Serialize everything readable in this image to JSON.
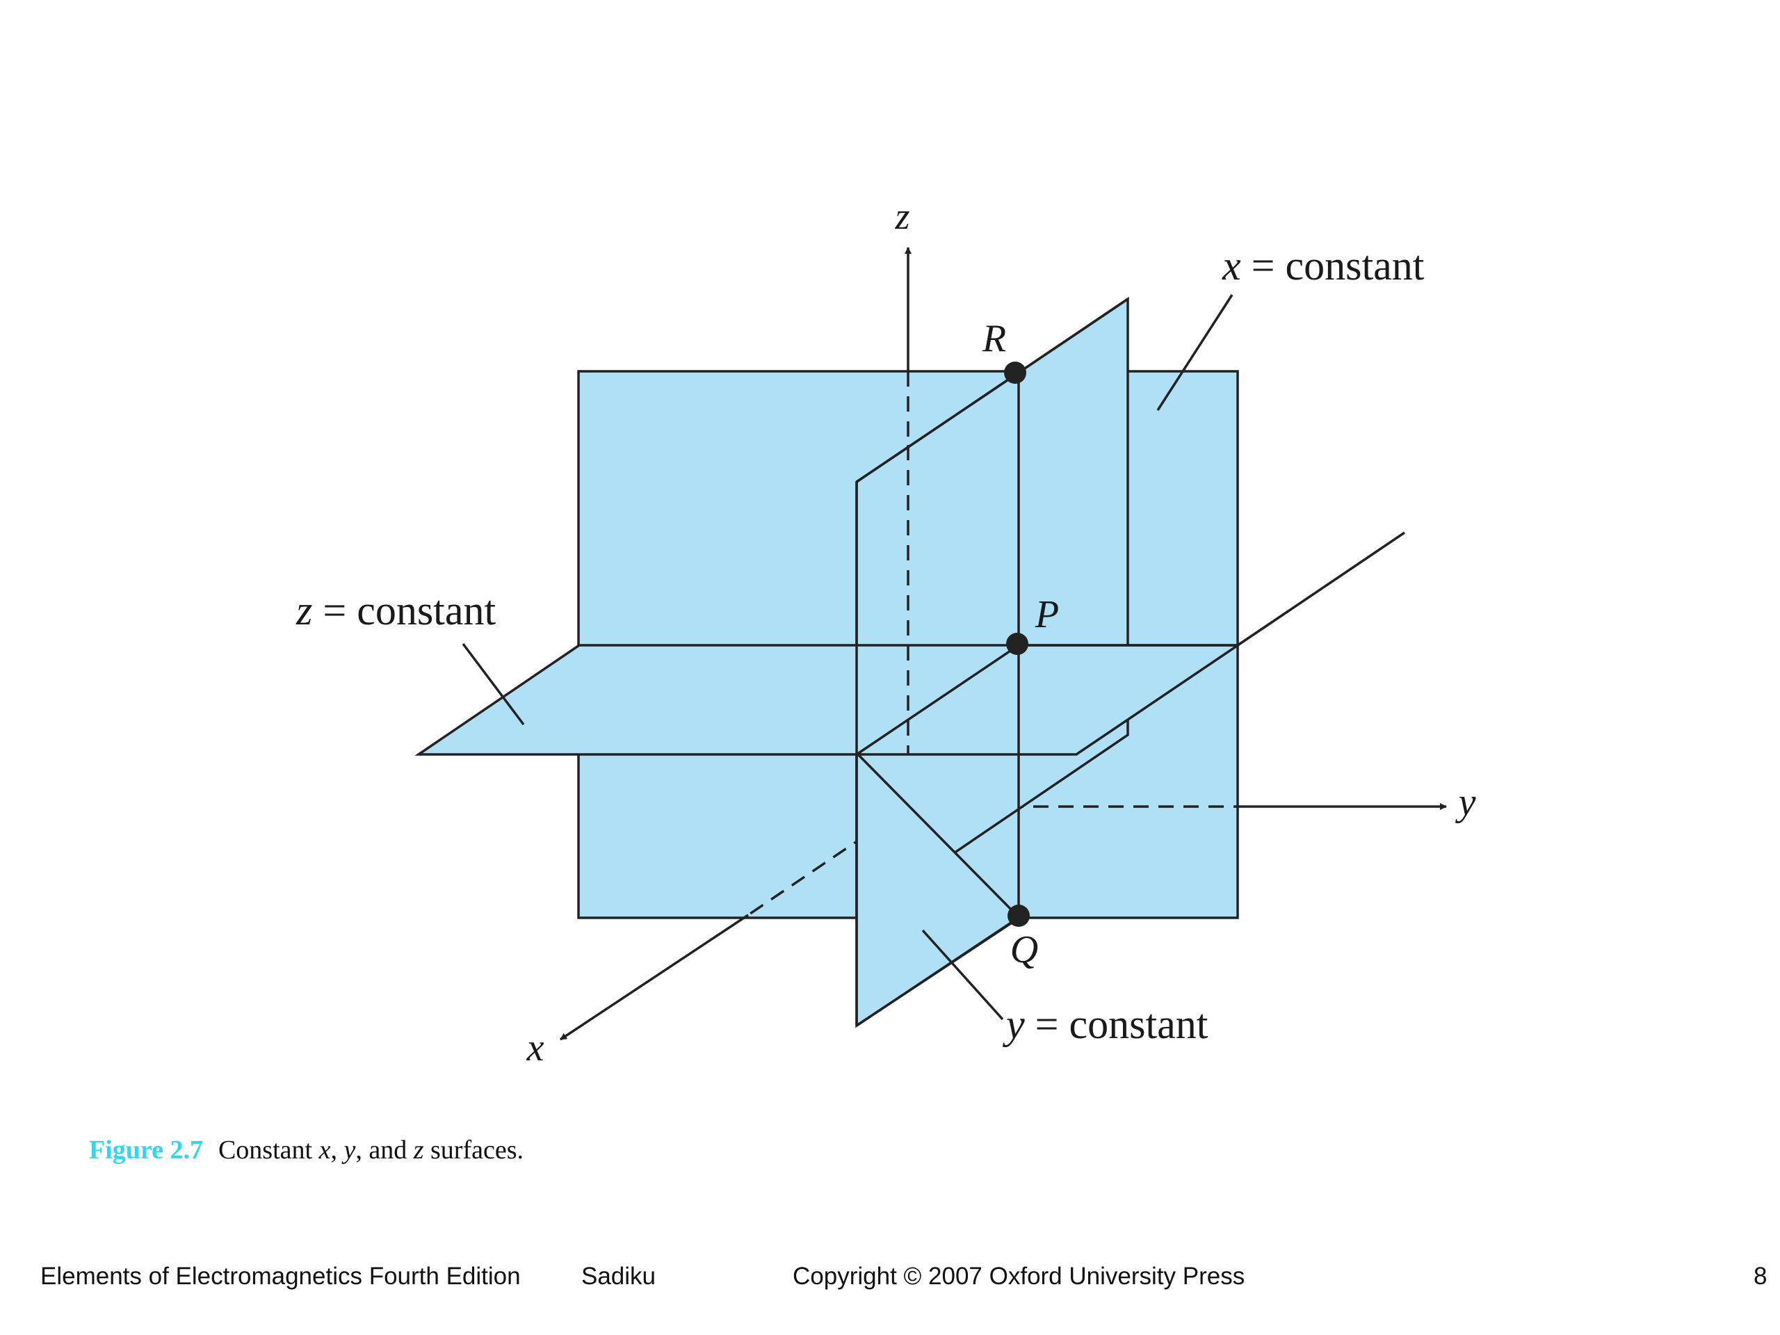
{
  "figure": {
    "labels": {
      "axis_x": "x",
      "axis_y": "y",
      "axis_z": "z",
      "x_constant_var": "x",
      "x_constant_rest": " = constant",
      "y_constant_var": "y",
      "y_constant_rest": " = constant",
      "z_constant_var": "z",
      "z_constant_rest": " = constant",
      "point_P": "P",
      "point_Q": "Q",
      "point_R": "R"
    },
    "colors": {
      "plane_fill": "#b0e0f6",
      "line": "#222222",
      "point": "#222222"
    }
  },
  "caption": {
    "figure_number": "Figure 2.7",
    "figure_number_color": "#33d6ee",
    "text_1": "Constant ",
    "var_x": "x",
    "text_2": ", ",
    "var_y": "y",
    "text_3": ", and ",
    "var_z": "z",
    "text_4": " surfaces."
  },
  "footer": {
    "book_title": "Elements of Electromagnetics Fourth Edition",
    "author": "Sadiku",
    "copyright": "Copyright © 2007 Oxford University Press",
    "page_number": "8"
  }
}
